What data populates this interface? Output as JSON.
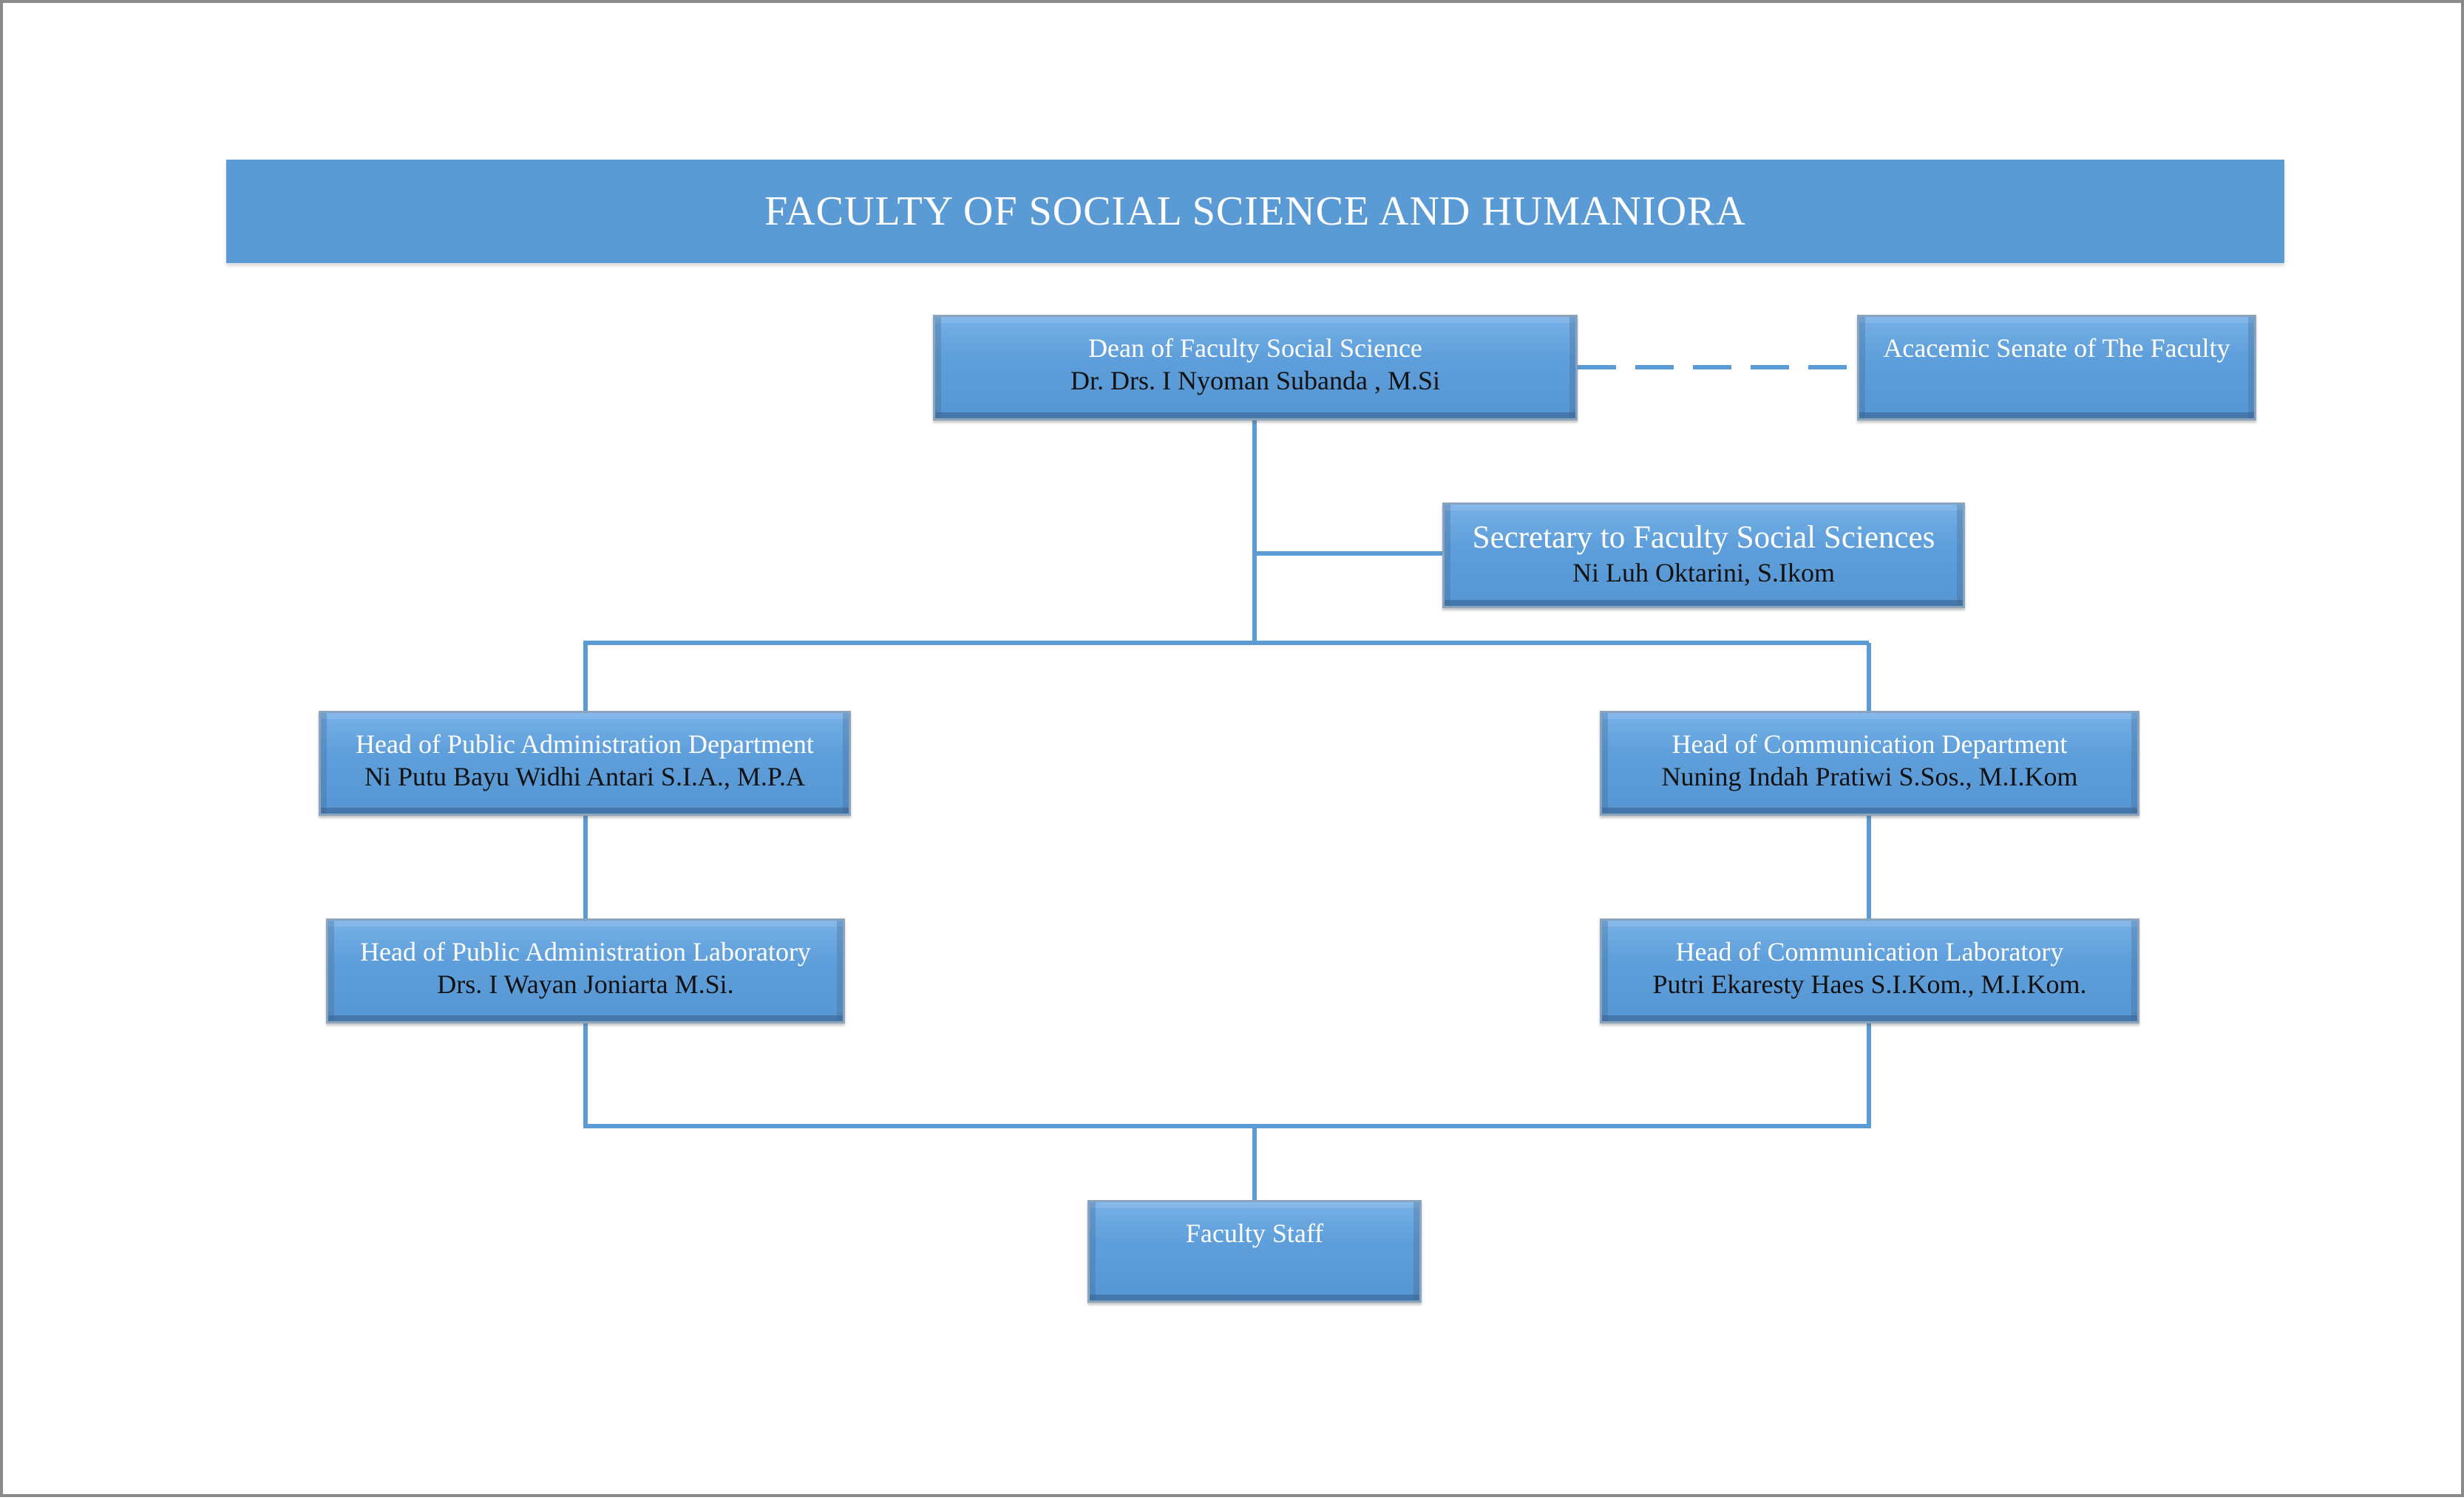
{
  "title": "FACULTY OF SOCIAL SCIENCE AND HUMANIORA",
  "nodes": {
    "dean": {
      "role": "Dean of Faculty  Social Science",
      "person": "Dr. Drs. I Nyoman Subanda , M.Si"
    },
    "senate": {
      "role": "Acacemic Senate of The Faculty"
    },
    "secretary": {
      "role": "Secretary to Faculty Social Sciences",
      "person": "Ni Luh Oktarini, S.Ikom"
    },
    "head_public_admin_dept": {
      "role": "Head of Public Administration Department",
      "person": "Ni Putu Bayu Widhi Antari S.I.A., M.P.A"
    },
    "head_comm_dept": {
      "role": "Head of Communication Department",
      "person": "Nuning Indah Pratiwi S.Sos., M.I.Kom"
    },
    "head_public_admin_lab": {
      "role": "Head of Public Administration Laboratory",
      "person": "Drs. I Wayan Joniarta M.Si."
    },
    "head_comm_lab": {
      "role": "Head of Communication Laboratory",
      "person": "Putri Ekaresty Haes S.I.Kom., M.I.Kom."
    },
    "faculty_staff": {
      "role": "Faculty Staff"
    }
  },
  "edges": [
    {
      "from": "dean",
      "to": "senate",
      "style": "dashed"
    },
    {
      "from": "dean",
      "to": "secretary",
      "style": "solid"
    },
    {
      "from": "dean",
      "to": "head_public_admin_dept",
      "style": "solid"
    },
    {
      "from": "dean",
      "to": "head_comm_dept",
      "style": "solid"
    },
    {
      "from": "head_public_admin_dept",
      "to": "head_public_admin_lab",
      "style": "solid"
    },
    {
      "from": "head_comm_dept",
      "to": "head_comm_lab",
      "style": "solid"
    },
    {
      "from": "head_public_admin_lab",
      "to": "faculty_staff",
      "style": "solid"
    },
    {
      "from": "head_comm_lab",
      "to": "faculty_staff",
      "style": "solid"
    }
  ],
  "colors": {
    "header": "#5b9bd5",
    "box": "#5e9fdb",
    "connector": "#5b9bd5",
    "role_text": "#ffffff",
    "person_text": "#111111"
  }
}
